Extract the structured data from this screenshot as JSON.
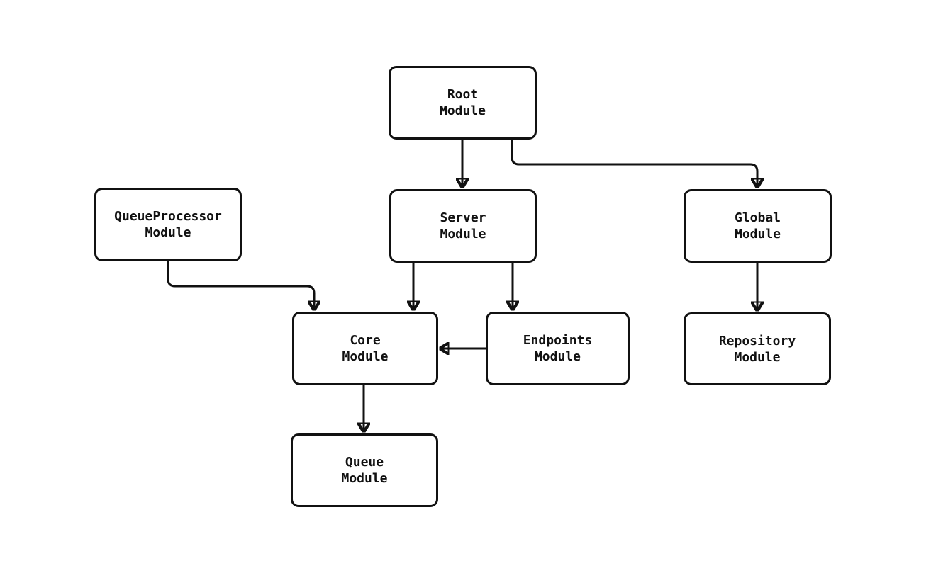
{
  "diagram": {
    "type": "module-dependency-graph",
    "background": "#ffffff",
    "stroke_color": "#111111",
    "text_color": "#111111",
    "nodes": {
      "root": {
        "label": "Root\nModule"
      },
      "queueProcessor": {
        "label": "QueueProcessor\nModule"
      },
      "server": {
        "label": "Server\nModule"
      },
      "global": {
        "label": "Global\nModule"
      },
      "core": {
        "label": "Core\nModule"
      },
      "endpoints": {
        "label": "Endpoints\nModule"
      },
      "repository": {
        "label": "Repository\nModule"
      },
      "queue": {
        "label": "Queue\nModule"
      }
    },
    "edges": [
      {
        "from": "Root Module",
        "to": "Server Module"
      },
      {
        "from": "Root Module",
        "to": "Global Module"
      },
      {
        "from": "QueueProcessor Module",
        "to": "Core Module"
      },
      {
        "from": "Server Module",
        "to": "Core Module"
      },
      {
        "from": "Server Module",
        "to": "Endpoints Module"
      },
      {
        "from": "Endpoints Module",
        "to": "Core Module"
      },
      {
        "from": "Global Module",
        "to": "Repository Module"
      },
      {
        "from": "Core Module",
        "to": "Queue Module"
      }
    ]
  }
}
